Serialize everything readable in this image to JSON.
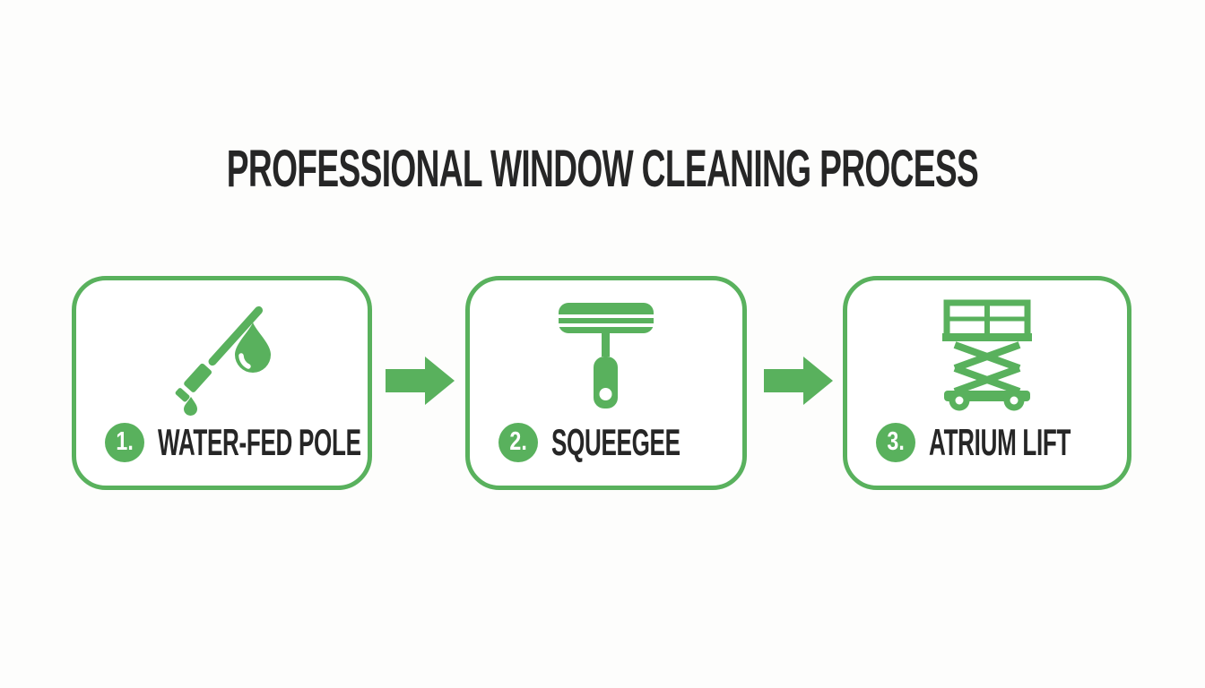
{
  "title": "PROFESSIONAL WINDOW CLEANING PROCESS",
  "colors": {
    "accent_green": "#59B15D",
    "text_dark": "#262626",
    "card_background": "#FFFFFF",
    "page_background": "#FDFDFC",
    "badge_text": "#FFFFFF"
  },
  "steps": [
    {
      "number": "1.",
      "label": "WATER-FED POLE",
      "icon": "water-fed-pole-icon"
    },
    {
      "number": "2.",
      "label": "SQUEEGEE",
      "icon": "squeegee-icon"
    },
    {
      "number": "3.",
      "label": "ATRIUM LIFT",
      "icon": "atrium-lift-icon"
    }
  ],
  "connectors": {
    "icon": "right-arrow-icon",
    "count": 2
  }
}
